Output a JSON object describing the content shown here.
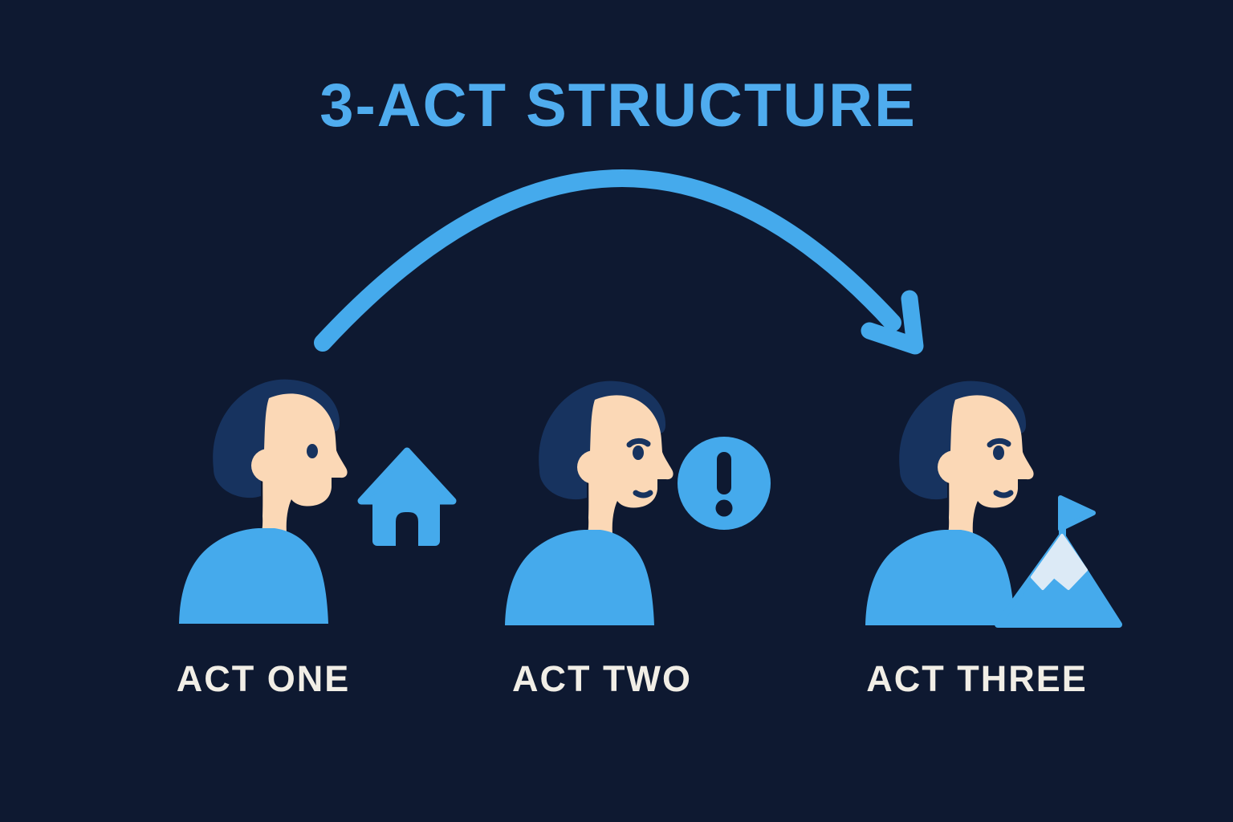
{
  "title": "3-ACT STRUCTURE",
  "arrow": {
    "description": "curved arrow arcing from above act one to above act three",
    "direction": "left-to-right"
  },
  "acts": [
    {
      "label": "ACT ONE",
      "icon": "house-icon",
      "figure": "person-profile-with-house"
    },
    {
      "label": "ACT TWO",
      "icon": "exclamation-icon",
      "figure": "person-profile-with-exclamation"
    },
    {
      "label": "ACT THREE",
      "icon": "mountain-flag-icon",
      "figure": "person-profile-with-mountain"
    }
  ],
  "colors": {
    "background": "#0E1931",
    "accent_blue": "#45AAEC",
    "title_blue": "#4FACEE",
    "hair_navy": "#17335F",
    "skin": "#FBD8B6",
    "snow": "#DCEAF6",
    "label_text": "#F1EEE6"
  }
}
